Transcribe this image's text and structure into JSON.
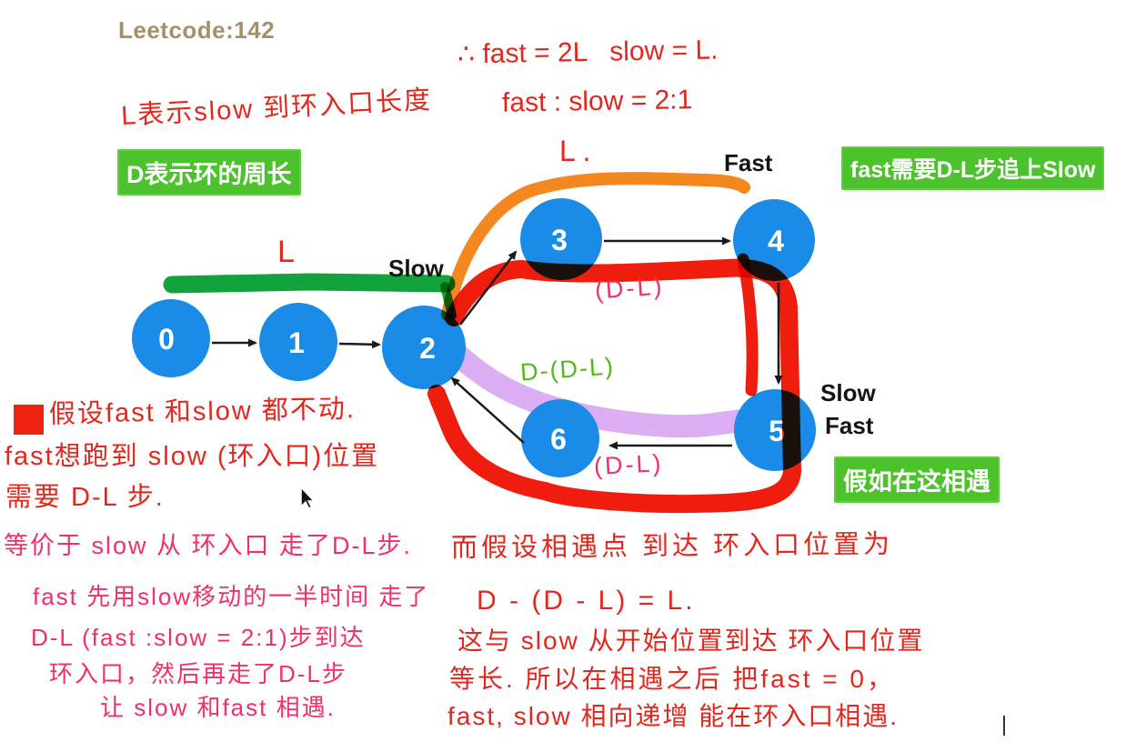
{
  "title": "Leetcode:142",
  "colors": {
    "node_blue": "#1a8ce8",
    "badge_green": "#4cc22c",
    "bar_green": "#12a33c",
    "orange": "#f5871f",
    "red_marker": "#ee1d0d",
    "purple_band": "#dcaef3",
    "hand_red": "#e2271d",
    "hand_pink": "#f23066",
    "hand_green": "#57b71c",
    "title_tan": "#a3916b"
  },
  "nodes": [
    "0",
    "1",
    "2",
    "3",
    "4",
    "5",
    "6"
  ],
  "labels": {
    "slow_top": "Slow",
    "fast_top": "Fast",
    "slow_right": "Slow",
    "fast_right": "Fast"
  },
  "badges": {
    "circumference": "D表示环的周长",
    "catch_up": "fast需要D-L步追上Slow",
    "meet_here": "假如在这相遇"
  },
  "annotations": {
    "l_definition": "L表示slow 到环入口长度",
    "therefore_line": "∴ fast = 2L   slow = L.",
    "ratio_line": "fast : slow = 2:1",
    "l_dot": "L .",
    "l_bar": "L",
    "dl_top": "(D-L)",
    "dl_bottom": "(D-L)",
    "d_minus_dl": "D-(D-L)"
  },
  "notes_left_mid": {
    "lines": [
      "假设fast 和slow 都不动.",
      "fast想跑到 slow (环入口)位置",
      "需要 D-L 步."
    ]
  },
  "notes_left_bottom": {
    "lines": [
      "等价于 slow 从 环入口 走了D-L步.",
      "fast 先用slow移动的一半时间 走了",
      "D-L (fast :slow = 2:1)步到达",
      "环入口，然后再走了D-L步",
      "让 slow 和fast 相遇."
    ]
  },
  "notes_right_bottom": {
    "lines": [
      "而假设相遇点 到达 环入口位置为",
      "D - (D - L) = L.",
      "这与 slow 从开始位置到达 环入口位置",
      "等长. 所以在相遇之后 把fast = 0，",
      "fast, slow 相向递增 能在环入口相遇."
    ]
  }
}
